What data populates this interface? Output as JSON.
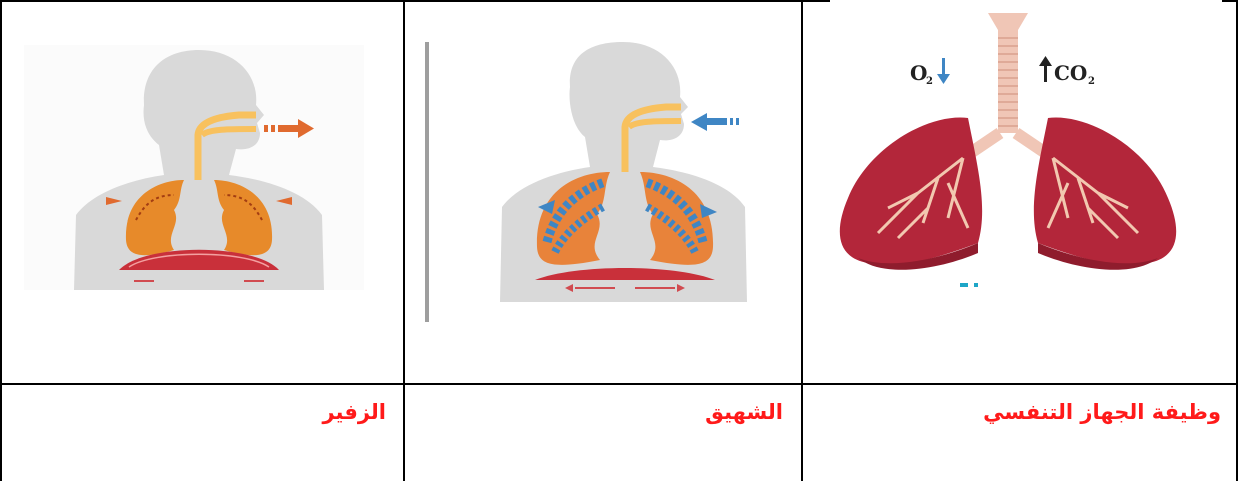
{
  "labels": {
    "function": "وظيفة الجهاز التنفسي",
    "inhalation": "الشهيق",
    "exhalation": "الزفير"
  },
  "lungs_figure": {
    "oxygen": "O",
    "oxygen_sub": "2",
    "carbon_dioxide": "CO",
    "carbon_dioxide_sub": "2"
  },
  "colors": {
    "label": "#ff1a1a",
    "lung": "#b3263a",
    "body": "#d9d9d9",
    "airway": "#f8c15e",
    "in_arrow": "#3f86c4",
    "out_arrow": "#e06a2f"
  },
  "icons": [
    "arrow-down-icon",
    "arrow-up-icon",
    "arrow-left-icon",
    "arrow-right-icon"
  ]
}
